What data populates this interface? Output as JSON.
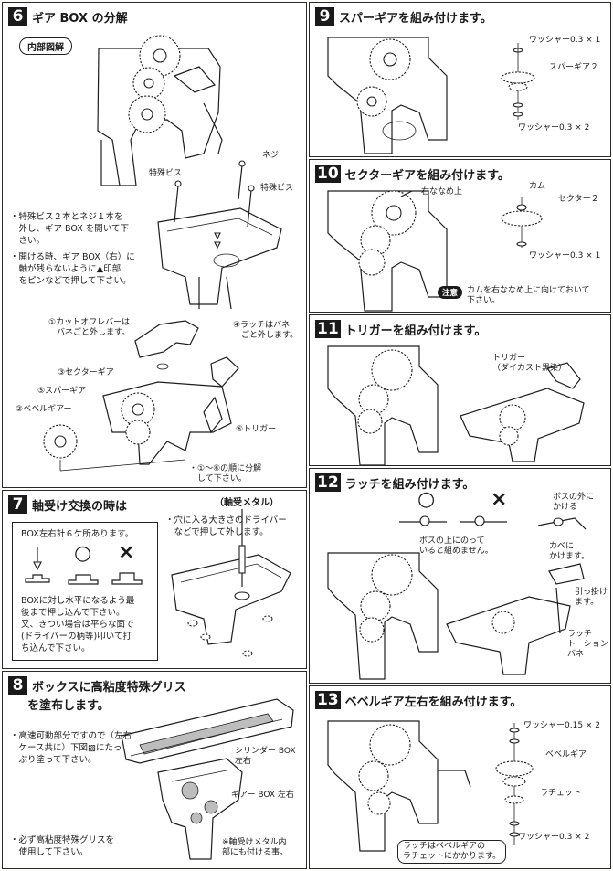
{
  "sections": {
    "s6": {
      "number": "6",
      "title": "ギア BOX の分解",
      "tag": "内部図解",
      "instructions": [
        "・特殊ビス２本とネジ１本を\n　外し、ギア BOX を開いて下\n　さい。",
        "・開ける時、ギア BOX（右）に\n　軸が残らないように▲印部\n　をピンなどで押して下さい。"
      ],
      "callouts": {
        "screw": "ネジ",
        "special_screw_left": "特殊ビス",
        "special_screw_right": "特殊ビス",
        "cutoff_lever": "①カットオフレバーは\n　バネごと外します。",
        "latch": "④ラッチはバネ\n　ごと外します。",
        "sector_gear": "③セクターギア",
        "spur_gear": "⑤スパーギア",
        "bevel_gear": "②ベベルギアー",
        "trigger": "⑥トリガー",
        "order": "・①～⑥の順に分解\n　して下さい。"
      }
    },
    "s7": {
      "number": "7",
      "title": "軸受け交換の時は",
      "subtitle": "（軸受メタル）",
      "instructions": [
        "・穴に入る大きさのドライバー\n　などで押して外します。"
      ],
      "box_title": "BOX左右計６ケ所あります。",
      "ok_mark": "○",
      "ng_mark": "×",
      "notes": "BOXに対し水平になるよう最\n後まで押し込んで下さい。\n又、きつい場合は平らな面で\n(ドライバーの柄等)叩いて打\nち込んで下さい。"
    },
    "s8": {
      "number": "8",
      "title": "ボックスに高粘度特殊グリス",
      "title_line2": "を塗布します。",
      "instructions": [
        "・高速可動部分ですので（左右\n　ケース共に）下図▨にたっ\n　ぷり塗って下さい。",
        "・必ず高粘度特殊グリスを\n　使用して下さい。"
      ],
      "callouts": {
        "cylinder_box": "シリンダー BOX\n左右",
        "gear_box": "ギアー BOX 左右",
        "note": "※軸受けメタル内\n部にも付ける事。"
      }
    },
    "s9": {
      "number": "9",
      "title": "スパーギアを組み付けます。",
      "callouts": {
        "washer_top": "ワッシャー0.3 × 1",
        "spur_gear": "スパーギア２",
        "washer_bottom": "ワッシャー0.3 × 2"
      }
    },
    "s10": {
      "number": "10",
      "title": "セクターギアを組み付けます。",
      "callouts": {
        "diag_up_right": "右ななめ上",
        "cam": "カム",
        "sector2": "セクター２",
        "washer": "ワッシャー0.3 × 1"
      },
      "notice_label": "注意",
      "notice_text": "カムを右ななめ上に向けておいて\n下さい。"
    },
    "s11": {
      "number": "11",
      "title": "トリガーを組み付けます。",
      "callouts": {
        "trigger": "トリガー\n（ダイカスト黒染）"
      }
    },
    "s12": {
      "number": "12",
      "title": "ラッチを組み付けます。",
      "ok_mark": "○",
      "ng_mark": "×",
      "callouts": {
        "ng_note": "ボスの上にのって\nいると組めません。",
        "boss_outside": "ボスの外に\nかける",
        "wall_hook": "カベに\nかけます。",
        "pull_hook": "引っ掛け\nます。",
        "latch_spring": "ラッチ\nトーション\nバネ"
      }
    },
    "s13": {
      "number": "13",
      "title": "ベベルギア左右を組み付けます。",
      "callouts": {
        "washer_top": "ワッシャー0.15 × 2",
        "bevel_gear": "ベベルギア",
        "ratchet": "ラチェット",
        "washer_bottom": "ワッシャー0.3 × 2",
        "latch_note": "ラッチはベベルギアの\nラチェットにかかります。"
      }
    }
  }
}
